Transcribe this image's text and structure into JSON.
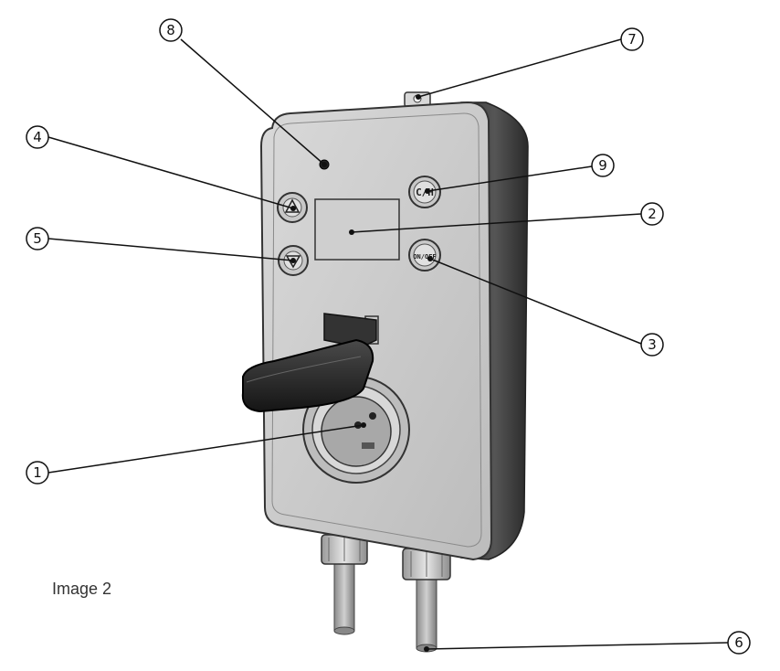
{
  "caption": "Image 2",
  "buttons": {
    "ch_label": "C/H",
    "onoff_label": "ON/OFF"
  },
  "callouts": [
    {
      "number": "1",
      "target": "socket"
    },
    {
      "number": "2",
      "target": "display"
    },
    {
      "number": "3",
      "target": "on-off-button"
    },
    {
      "number": "4",
      "target": "up-button"
    },
    {
      "number": "5",
      "target": "down-button"
    },
    {
      "number": "6",
      "target": "cable"
    },
    {
      "number": "7",
      "target": "mounting-tab"
    },
    {
      "number": "8",
      "target": "indicator-led"
    },
    {
      "number": "9",
      "target": "c-h-button"
    }
  ]
}
